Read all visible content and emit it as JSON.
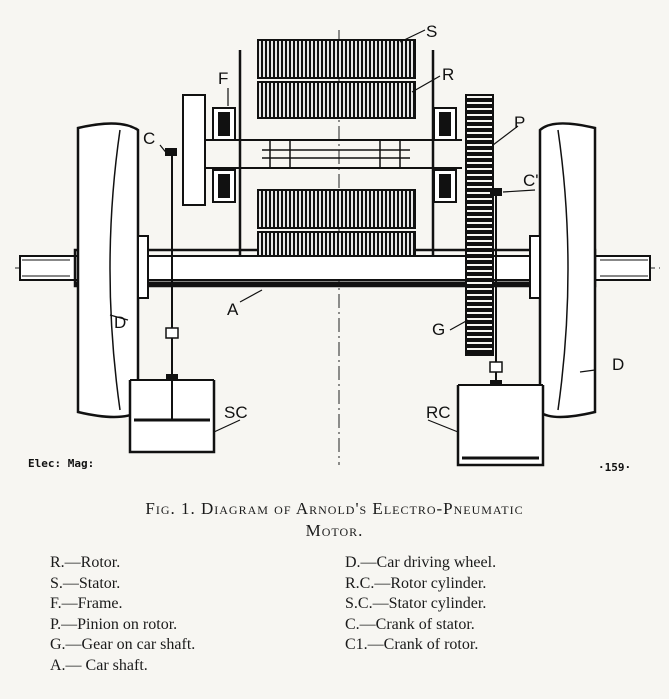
{
  "figure": {
    "labels": {
      "S": "S",
      "R": "R",
      "F": "F",
      "P": "P",
      "C": "C",
      "C1": "C'",
      "A": "A",
      "G": "G",
      "D_left": "D",
      "D_right": "D",
      "SC": "SC",
      "RC": "RC"
    },
    "credit": "Elec: Mag:",
    "number": "·159·"
  },
  "caption": {
    "line1": "Fig. 1. Diagram of Arnold's Electro-Pneumatic",
    "line2": "Motor."
  },
  "legend": {
    "left": [
      "R.—Rotor.",
      "S.—Stator.",
      "F.—Frame.",
      "P.—Pinion on rotor.",
      "G.—Gear on car shaft.",
      "A.— Car shaft."
    ],
    "right": [
      "D.—Car driving wheel.",
      "R.C.—Rotor cylinder.",
      "S.C.—Stator cylinder.",
      "C.—Crank of stator.",
      "C1.—Crank of rotor."
    ]
  }
}
